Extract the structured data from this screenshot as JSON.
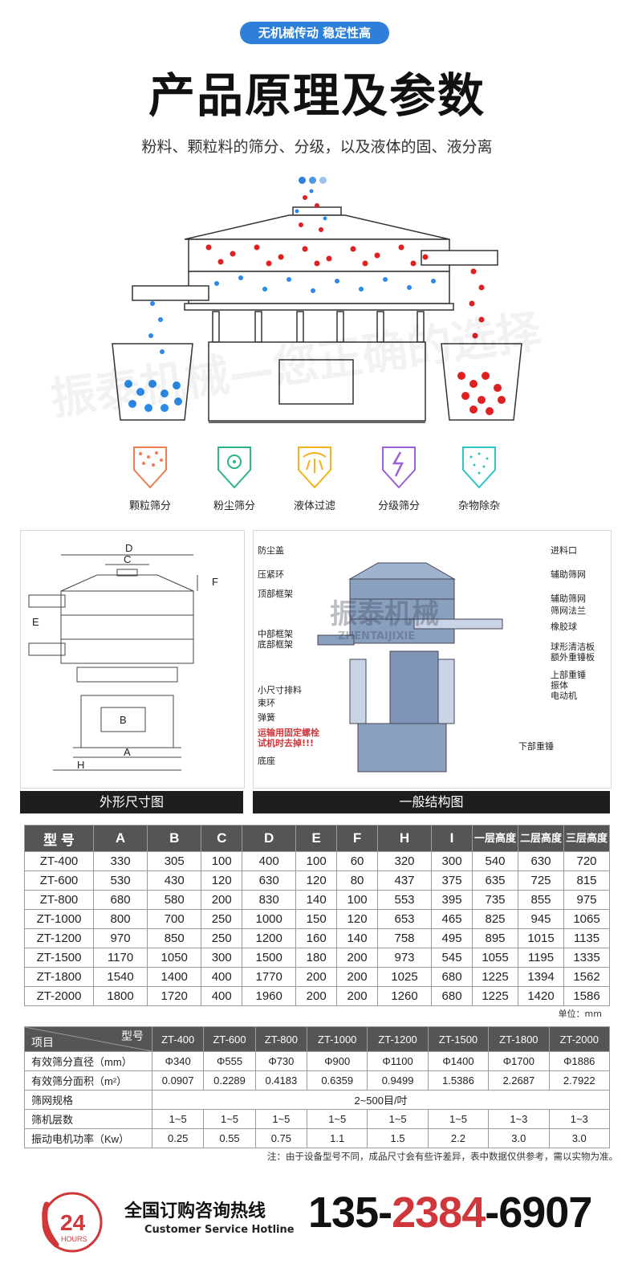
{
  "header": {
    "tagline": "无机械传动 稳定性高",
    "title": "产品原理及参数",
    "subtitle": "粉料、颗粒料的筛分、分级，以及液体的固、液分离"
  },
  "watermark": "振泰机械—您正确的选择",
  "colors": {
    "accent": "#2d7fd9",
    "red_particle": "#e02020",
    "blue_particle": "#2b8ae8",
    "dark": "#1e1e1e"
  },
  "features": [
    {
      "label": "颗粒筛分",
      "icon": "particle-sieve-icon",
      "color": "#ef7d53"
    },
    {
      "label": "粉尘筛分",
      "icon": "dust-sieve-icon",
      "color": "#2bb38a"
    },
    {
      "label": "液体过滤",
      "icon": "liquid-filter-icon",
      "color": "#f5b21a"
    },
    {
      "label": "分级筛分",
      "icon": "grading-sieve-icon",
      "color": "#9b5fd6"
    },
    {
      "label": "杂物除杂",
      "icon": "impurity-removal-icon",
      "color": "#2ec4c4"
    }
  ],
  "diagrams": {
    "left_caption": "外形尺寸图",
    "right_caption": "一般结构图",
    "dim_letters": [
      "D",
      "C",
      "F",
      "E",
      "B",
      "A",
      "H"
    ],
    "brand": "振泰机械",
    "brand_en": "ZHENTAIJIXIE",
    "left_labels": [
      "防尘盖",
      "压紧环",
      "顶部框架",
      "中部框架",
      "底部框架",
      "小尺寸排料",
      "束环",
      "弹簧",
      "运输用固定螺栓",
      "试机时去掉!!!",
      "底座"
    ],
    "right_labels": [
      "进料口",
      "辅助筛网",
      "辅助筛网",
      "筛网法兰",
      "橡胶球",
      "球形清洁板",
      "额外重锤板",
      "上部重锤",
      "振体",
      "电动机",
      "下部重锤"
    ]
  },
  "spec_table_1": {
    "headers": [
      "型 号",
      "A",
      "B",
      "C",
      "D",
      "E",
      "F",
      "H",
      "I",
      "一层高度",
      "二层高度",
      "三层高度"
    ],
    "rows": [
      [
        "ZT-400",
        "330",
        "305",
        "100",
        "400",
        "100",
        "60",
        "320",
        "300",
        "540",
        "630",
        "720"
      ],
      [
        "ZT-600",
        "530",
        "430",
        "120",
        "630",
        "120",
        "80",
        "437",
        "375",
        "635",
        "725",
        "815"
      ],
      [
        "ZT-800",
        "680",
        "580",
        "200",
        "830",
        "140",
        "100",
        "553",
        "395",
        "735",
        "855",
        "975"
      ],
      [
        "ZT-1000",
        "800",
        "700",
        "250",
        "1000",
        "150",
        "120",
        "653",
        "465",
        "825",
        "945",
        "1065"
      ],
      [
        "ZT-1200",
        "970",
        "850",
        "250",
        "1200",
        "160",
        "140",
        "758",
        "495",
        "895",
        "1015",
        "1135"
      ],
      [
        "ZT-1500",
        "1170",
        "1050",
        "300",
        "1500",
        "180",
        "200",
        "973",
        "545",
        "1055",
        "1195",
        "1335"
      ],
      [
        "ZT-1800",
        "1540",
        "1400",
        "400",
        "1770",
        "200",
        "200",
        "1025",
        "680",
        "1225",
        "1394",
        "1562"
      ],
      [
        "ZT-2000",
        "1800",
        "1720",
        "400",
        "1960",
        "200",
        "200",
        "1260",
        "680",
        "1225",
        "1420",
        "1586"
      ]
    ],
    "unit": "单位：mm"
  },
  "spec_table_2": {
    "corner_top": "型号",
    "corner_bottom": "项目",
    "models": [
      "ZT-400",
      "ZT-600",
      "ZT-800",
      "ZT-1000",
      "ZT-1200",
      "ZT-1500",
      "ZT-1800",
      "ZT-2000"
    ],
    "rows": [
      {
        "label": "有效筛分直径（mm）",
        "values": [
          "Φ340",
          "Φ555",
          "Φ730",
          "Φ900",
          "Φ1100",
          "Φ1400",
          "Φ1700",
          "Φ1886"
        ]
      },
      {
        "label": "有效筛分面积（m²）",
        "values": [
          "0.0907",
          "0.2289",
          "0.4183",
          "0.6359",
          "0.9499",
          "1.5386",
          "2.2687",
          "2.7922"
        ]
      },
      {
        "label": "筛网规格",
        "merged": "2~500目/吋"
      },
      {
        "label": "筛机层数",
        "values": [
          "1~5",
          "1~5",
          "1~5",
          "1~5",
          "1~5",
          "1~5",
          "1~3",
          "1~3"
        ]
      },
      {
        "label": "振动电机功率（Kw）",
        "values": [
          "0.25",
          "0.55",
          "0.75",
          "1.1",
          "1.5",
          "2.2",
          "3.0",
          "3.0"
        ]
      }
    ],
    "note": "注：由于设备型号不同，成品尺寸会有些许差异，表中数据仅供参考，需以实物为准。"
  },
  "hotline": {
    "badge_number": "24",
    "badge_text": "HOURS",
    "label": "全国订购咨询热线",
    "sub": "Customer Service Hotline",
    "phone_a": "135-",
    "phone_b": "2384",
    "phone_c": "-6907"
  }
}
